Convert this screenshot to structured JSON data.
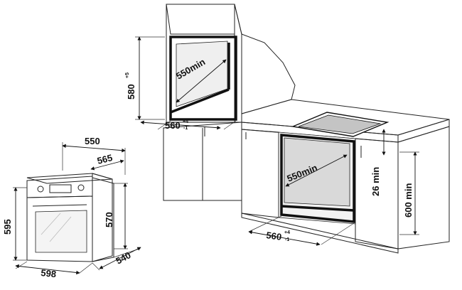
{
  "labels": {
    "upper_niche_width": "550min",
    "upper_height": "580",
    "upper_height_tol": "+5",
    "upper_width": "560",
    "upper_width_tol_top": "+4",
    "upper_width_tol_bottom": "-1",
    "lower_niche_width": "550min",
    "lower_width": "560",
    "lower_width_tol_top": "+4",
    "lower_width_tol_bottom": "-1",
    "gap_min": "26 min",
    "height_min": "600 min",
    "oven_depth_top": "550",
    "oven_depth_front": "565",
    "oven_height": "595",
    "oven_inner_height": "570",
    "oven_width": "598",
    "oven_depth_side": "540"
  },
  "colors": {
    "cabinet_light": "#e6e6e6",
    "cabinet_mid": "#d9d9d9",
    "cabinet_dark": "#c4c4c4",
    "line": "#111111"
  }
}
